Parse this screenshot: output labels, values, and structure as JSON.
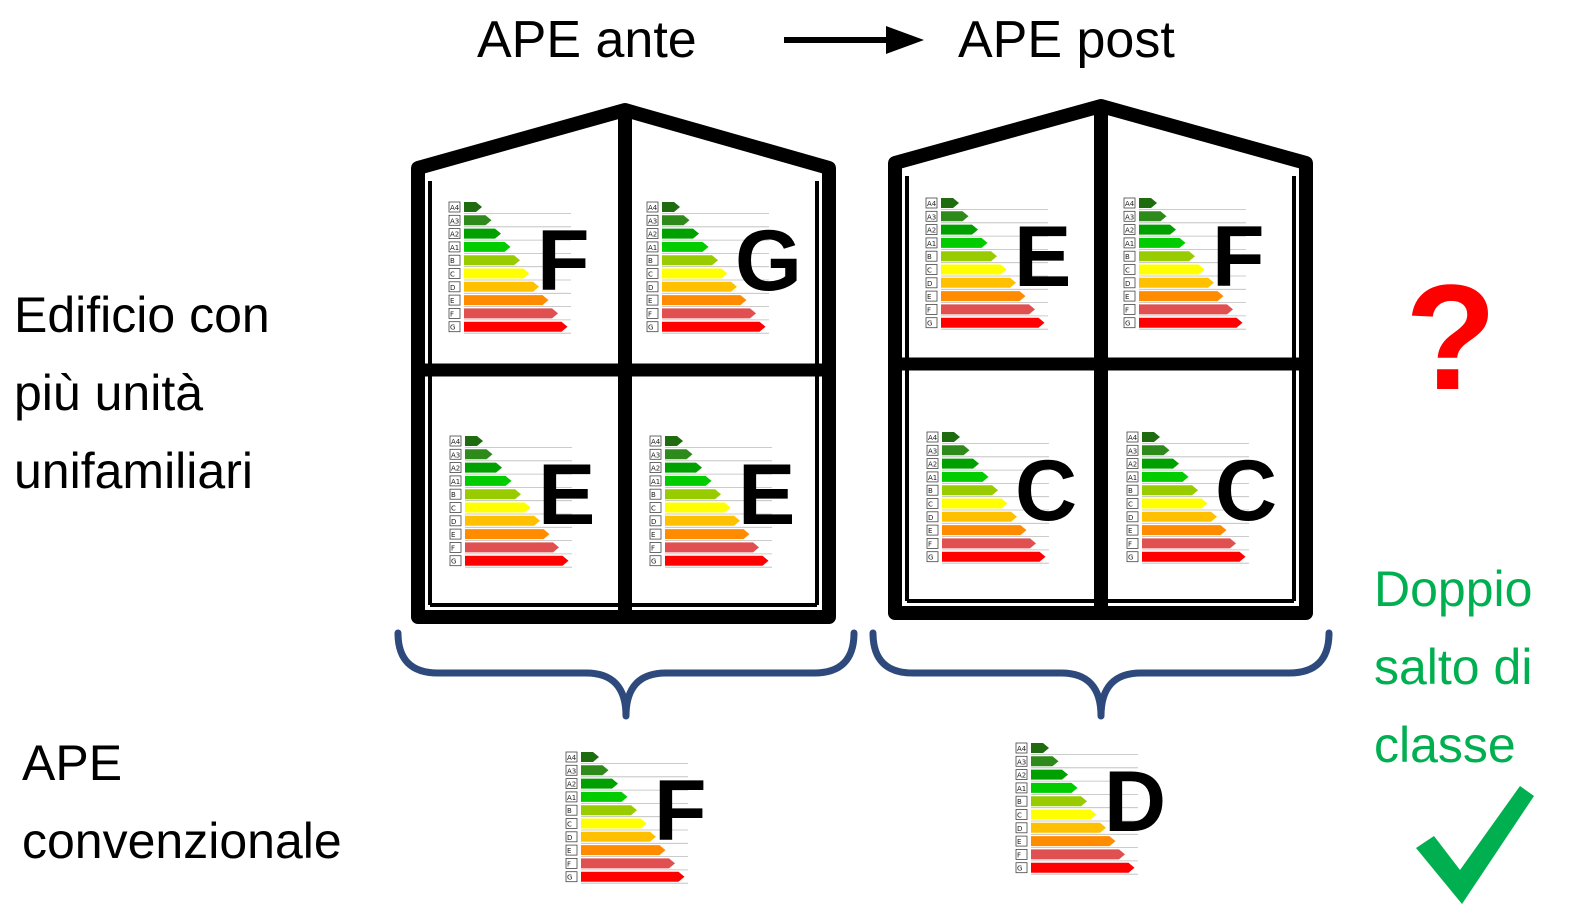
{
  "header": {
    "before": "APE ante",
    "after": "APE post"
  },
  "row_labels": {
    "building": "Edificio con\npiù unità\nunifamiliari",
    "conventional": "APE\nconvenzionale"
  },
  "energy_scale": {
    "classes": [
      "A4",
      "A3",
      "A2",
      "A1",
      "B",
      "C",
      "D",
      "E",
      "F",
      "G"
    ],
    "colors": [
      "#1e6b10",
      "#2e8a1a",
      "#00a000",
      "#00cc00",
      "#99cc00",
      "#ffff00",
      "#ffc000",
      "#ff8c00",
      "#e05050",
      "#ff0000"
    ]
  },
  "buildings": {
    "ante": {
      "units": [
        "F",
        "G",
        "E",
        "E"
      ],
      "conventional": "F"
    },
    "post": {
      "units": [
        "E",
        "F",
        "C",
        "C"
      ],
      "conventional": "D"
    }
  },
  "question_mark": "?",
  "result": {
    "text": "Doppio\nsalto di\nclasse",
    "check": "✓"
  },
  "colors": {
    "outline": "#000000",
    "brace": "#2e4a7d",
    "positive": "#00b050",
    "question": "#ff0000"
  }
}
